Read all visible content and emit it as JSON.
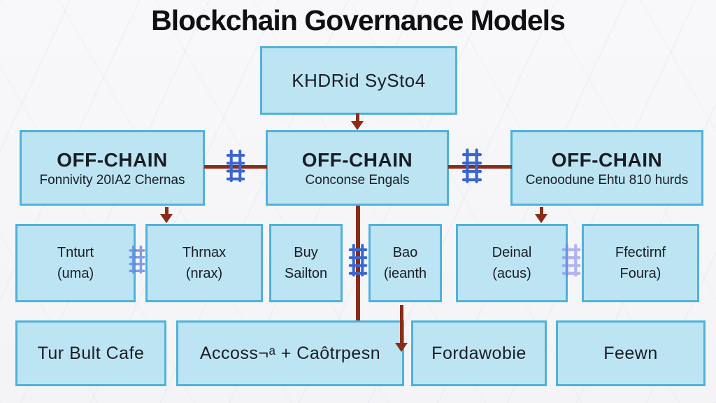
{
  "title": "Blockchain Governance Models",
  "colors": {
    "title_text": "#101014",
    "box_fill": "#bce4f2",
    "box_border": "#4fb2da",
    "arrow": "#8a2d18",
    "chain_icon": "#3a66d0"
  },
  "diagram": {
    "top_box": {
      "label": "KHDRid SySto4"
    },
    "row2": [
      {
        "heading": "OFF-CHAIN",
        "subtitle": "Fonnivity 20IA2 Chernas"
      },
      {
        "heading": "OFF-CHAIN",
        "subtitle": "Conconse Engals"
      },
      {
        "heading": "OFF-CHAIN",
        "subtitle": "Cenoodune Ehtu 810 hurds"
      }
    ],
    "row3": [
      {
        "line1": "Tnturt",
        "line2": "(uma)"
      },
      {
        "line1": "Thrnax",
        "line2": "(nrax)"
      },
      {
        "line1": "Buy",
        "line2": "Sailton"
      },
      {
        "line1": "Bao",
        "line2": "(ieanth"
      },
      {
        "line1": "Deinal",
        "line2": "(acus)"
      },
      {
        "line1": "Ffectirnf",
        "line2": "Foura)"
      }
    ],
    "row4": [
      {
        "label": "Tur Bult Cafe"
      },
      {
        "label": "Accoss¬ᵃ + Caôtrpesn"
      },
      {
        "label": "Fordawobie"
      },
      {
        "label": "Feewn"
      }
    ],
    "icons": [
      "chain-link-icon"
    ]
  }
}
